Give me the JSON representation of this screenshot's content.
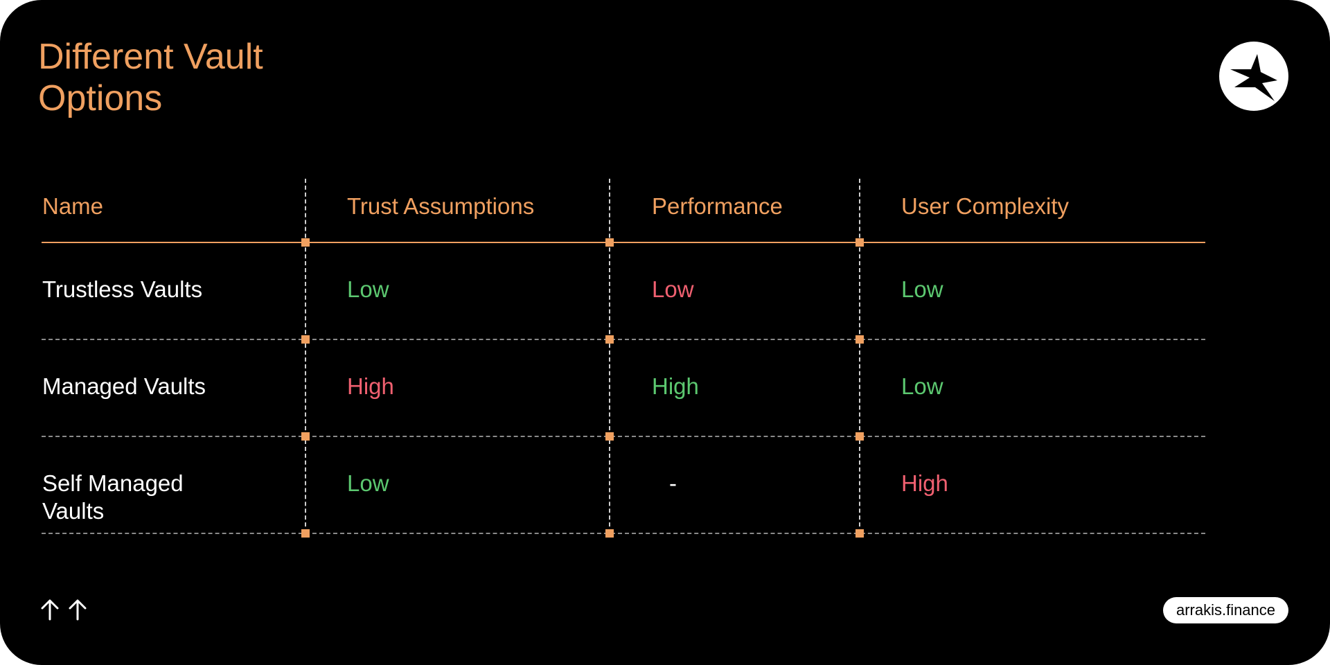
{
  "colors": {
    "accent": "#f0a060",
    "positive": "#5cc870",
    "negative": "#f06070",
    "text": "#ffffff",
    "background": "#000000"
  },
  "title": "Different Vault\nOptions",
  "logo": {
    "icon": "four-point-star-icon"
  },
  "table": {
    "headers": [
      "Name",
      "Trust Assumptions",
      "Performance",
      "User Complexity"
    ],
    "rows": [
      {
        "name": "Trustless Vaults",
        "trust": "Low",
        "performance": "Low",
        "complexity": "Low"
      },
      {
        "name": "Managed Vaults",
        "trust": "High",
        "performance": "High",
        "complexity": "Low"
      },
      {
        "name": "Self Managed\nVaults",
        "trust": "Low",
        "performance": "-",
        "complexity": "High"
      }
    ]
  },
  "footer": {
    "arrows": [
      "arrow-up-icon",
      "arrow-up-icon"
    ],
    "domain": "arrakis.finance"
  }
}
